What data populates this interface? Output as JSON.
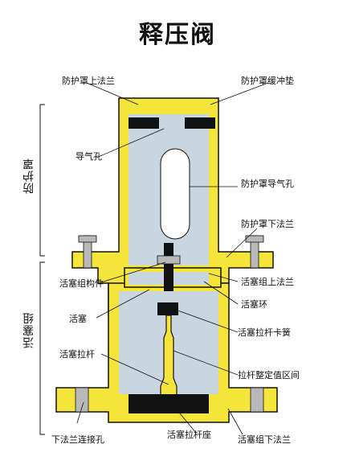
{
  "title": "释压阀",
  "colors": {
    "housing": "#f5e53a",
    "housing_stroke": "#111111",
    "core": "#c9d6e0",
    "pad": "#111111",
    "slot": "#ffffff",
    "bolt": "#b9b9b9"
  },
  "groups": {
    "shield": "防护罩",
    "piston": "活塞组"
  },
  "labels": {
    "upper_flange": "防护罩上法兰",
    "cushion_pad": "防护罩缓冲垫",
    "vent_hole": "导气孔",
    "shield_vent_hole": "防护罩导气孔",
    "shield_lower_flange": "防护罩下法兰",
    "piston_components": "活塞组构件",
    "piston_upper_flange": "活塞组上法兰",
    "piston_ring": "活塞环",
    "piston": "活塞",
    "rod_spring": "活塞拉杆卡簧",
    "piston_rod": "活塞拉杆",
    "rod_adjust_range": "拉杆整定值区间",
    "lower_flange_hole": "下法兰连接孔",
    "rod_seat": "活塞拉杆座",
    "piston_lower_flange": "活塞组下法兰"
  }
}
